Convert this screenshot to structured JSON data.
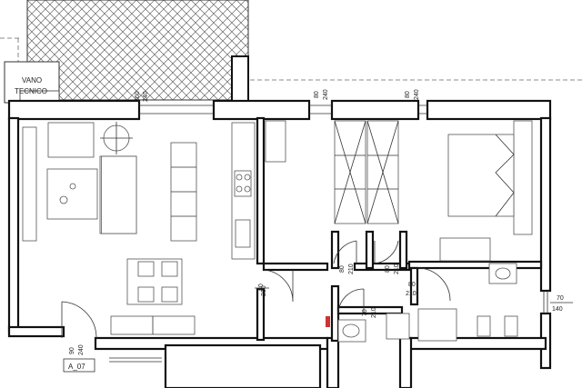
{
  "room_labels": {
    "vano_line1": "VANO",
    "vano_line2": "TECNICO",
    "unit_code": "A_07"
  },
  "dimension_labels": {
    "window_living_w": "360",
    "window_living_h": "240",
    "window_bath1_w": "80",
    "window_bath1_h": "240",
    "window_bed_w": "80",
    "window_bed_h": "240",
    "door_living_w": "80",
    "door_living_h": "210",
    "door_closet1_w": "80",
    "door_closet1_h": "210",
    "door_closet2_w": "80",
    "door_closet2_h": "210",
    "door_bath2_w": "80",
    "door_bath2_h": "210",
    "door_bath1_w": "70",
    "door_bath1_h": "210",
    "door_entry_w": "90",
    "door_entry_h": "240",
    "window_right_w": "70",
    "window_right_h": "140"
  }
}
